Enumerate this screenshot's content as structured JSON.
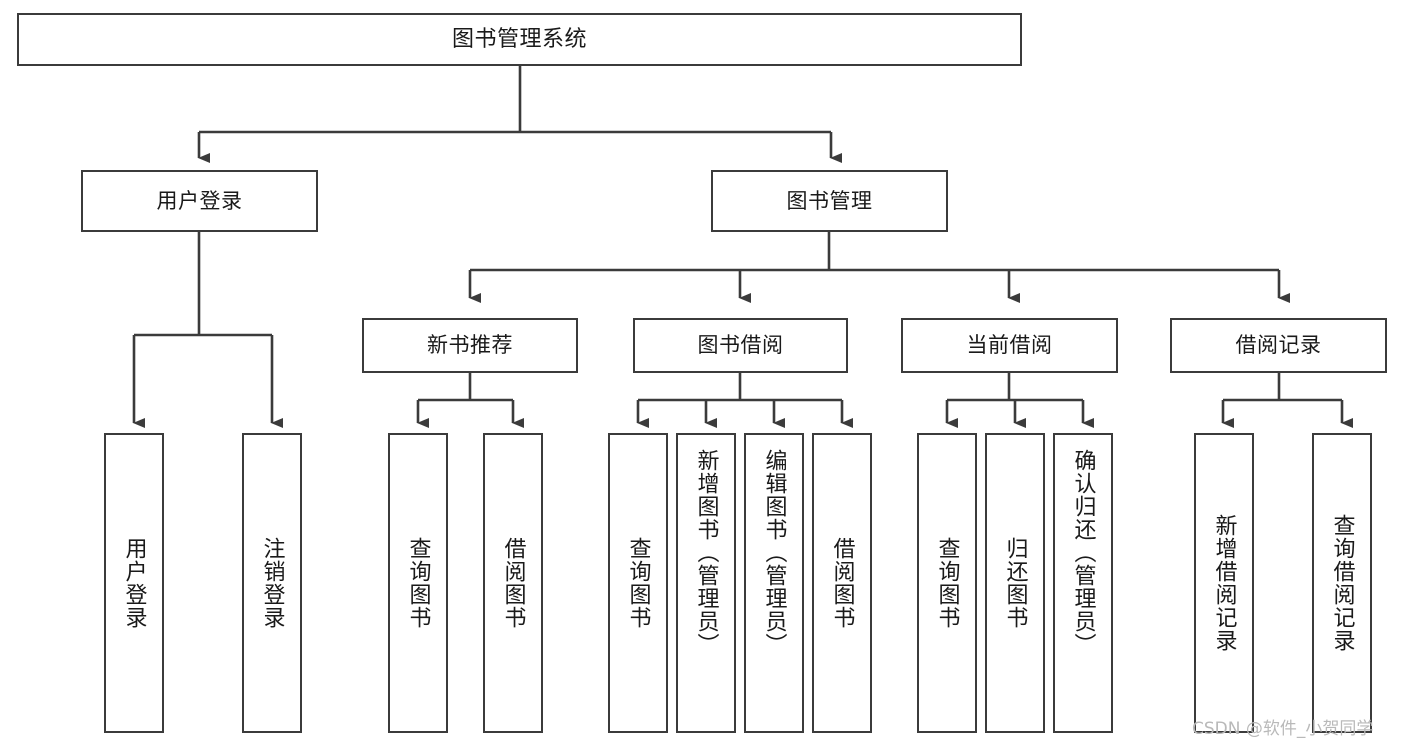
{
  "diagram": {
    "type": "tree",
    "title": "图书管理系统",
    "root": {
      "id": "root",
      "label": "图书管理系统"
    },
    "level2": [
      {
        "id": "user-login",
        "label": "用户登录"
      },
      {
        "id": "book-manage",
        "label": "图书管理"
      }
    ],
    "level3": [
      {
        "id": "new-book-rec",
        "label": "新书推荐"
      },
      {
        "id": "book-borrow",
        "label": "图书借阅"
      },
      {
        "id": "current-borrow",
        "label": "当前借阅"
      },
      {
        "id": "borrow-record",
        "label": "借阅记录"
      }
    ],
    "leaves": {
      "user_login": [
        {
          "id": "leaf-user-login",
          "label": "用户登录"
        },
        {
          "id": "leaf-logout-login",
          "label": "注销登录"
        }
      ],
      "new_book_rec": [
        {
          "id": "leaf-query-book-1",
          "label": "查询图书"
        },
        {
          "id": "leaf-borrow-book-1",
          "label": "借阅图书"
        }
      ],
      "book_borrow": [
        {
          "id": "leaf-query-book-2",
          "label": "查询图书"
        },
        {
          "id": "leaf-add-book",
          "label": "新增图书（管理员）"
        },
        {
          "id": "leaf-edit-book",
          "label": "编辑图书（管理员）"
        },
        {
          "id": "leaf-borrow-book-2",
          "label": "借阅图书"
        }
      ],
      "current_borrow": [
        {
          "id": "leaf-query-book-3",
          "label": "查询图书"
        },
        {
          "id": "leaf-return-book",
          "label": "归还图书"
        },
        {
          "id": "leaf-confirm-return",
          "label": "确认归还（管理员）"
        }
      ],
      "borrow_record": [
        {
          "id": "leaf-add-record",
          "label": "新增借阅记录"
        },
        {
          "id": "leaf-query-record",
          "label": "查询借阅记录"
        }
      ]
    }
  },
  "watermark": {
    "text": "CSDN @软件_小贺同学"
  },
  "colors": {
    "stroke": "#3b3b3b",
    "fill": "#ffffff",
    "text": "#1a1a1a",
    "watermark": "#b9b9b9"
  }
}
